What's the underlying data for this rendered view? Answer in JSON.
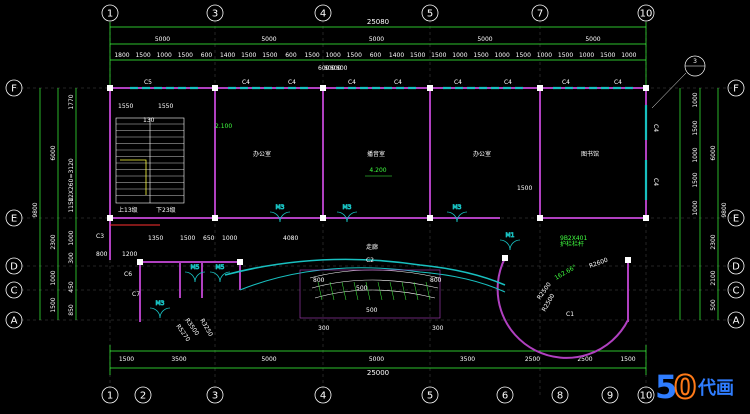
{
  "colors": {
    "background": "#000000",
    "dimension": "#3cff3c",
    "wall": "#b040c0",
    "window": "#18c0c0",
    "grid": "#ffffff",
    "axis_text": "#ffffff",
    "red_line": "#ff3030",
    "logo_blue": "#2f7dff",
    "logo_orange": "#ff7a18"
  },
  "top_axes": [
    "1",
    "3",
    "4",
    "5",
    "7",
    "10"
  ],
  "bottom_axes": [
    "1",
    "2",
    "3",
    "4",
    "5",
    "6",
    "8",
    "9",
    "10"
  ],
  "left_axes": [
    "F",
    "E",
    "D",
    "C",
    "A"
  ],
  "right_axes": [
    "F",
    "E",
    "D",
    "C",
    "A"
  ],
  "top_total": "25080",
  "top_spans": [
    "5000",
    "5000",
    "5000",
    "5000",
    "5000"
  ],
  "top_details": [
    "1800",
    "1500",
    "1000",
    "1500",
    "600",
    "1400",
    "1500",
    "1500",
    "600",
    "1500",
    "1000",
    "1500",
    "600",
    "1400",
    "1500",
    "1500",
    "1000",
    "1500",
    "1000",
    "1500",
    "1000",
    "1500",
    "1000",
    "1500",
    "1000"
  ],
  "top_small": [
    "600",
    "600",
    "600",
    "600"
  ],
  "bottom_spans": [
    "1500",
    "3500",
    "5000",
    "5000",
    "3500",
    "2500",
    "2500",
    "1500"
  ],
  "bottom_total": "25000",
  "left_outer": "9800",
  "left_mid": [
    "6000",
    "2300",
    "1000",
    "1500"
  ],
  "left_detail": [
    "1770",
    "12X260=3120",
    "1150",
    "1000",
    "300",
    "450",
    "850"
  ],
  "right_outer": "9800",
  "right_mid": [
    "6000",
    "2300",
    "2100",
    "500"
  ],
  "right_detail": [
    "1000",
    "1500",
    "1000",
    "1500",
    "1000"
  ],
  "windows_top": [
    "C5",
    "C4",
    "C4",
    "C4",
    "C4",
    "C4",
    "C4",
    "C4",
    "C4"
  ],
  "windows_right": [
    "C4",
    "C4"
  ],
  "rooms": [
    "办公室",
    "播音室",
    "办公室",
    "图书馆",
    "走廊"
  ],
  "stair": {
    "up": "上13级",
    "down": "下23级",
    "w1": "1550",
    "w2": "1550",
    "elev": "2.100",
    "dim": "130"
  },
  "doors": [
    "M3",
    "M3",
    "M3",
    "M1",
    "M5",
    "M5",
    "M3"
  ],
  "level": "4.200",
  "labels": {
    "c2": "C2",
    "c3": "C3",
    "c6": "C6",
    "c7": "C7",
    "c1": "C1",
    "corridor_dim": "4080",
    "d1500": "1500",
    "d1200": "1200",
    "d800": "800",
    "d1350": "1350",
    "d650": "650",
    "d1000": "1000",
    "d1500b": "1500"
  },
  "radii": [
    "R2600",
    "R2500",
    "R2500",
    "R3500",
    "R3250",
    "R5270"
  ],
  "angle": "162.66°",
  "note1": "9B2X401",
  "note2": "护栏栏杆",
  "stair_small": [
    "800",
    "300",
    "500",
    "500",
    "300",
    "800"
  ],
  "bubble3": "3",
  "logo_text": "代画"
}
